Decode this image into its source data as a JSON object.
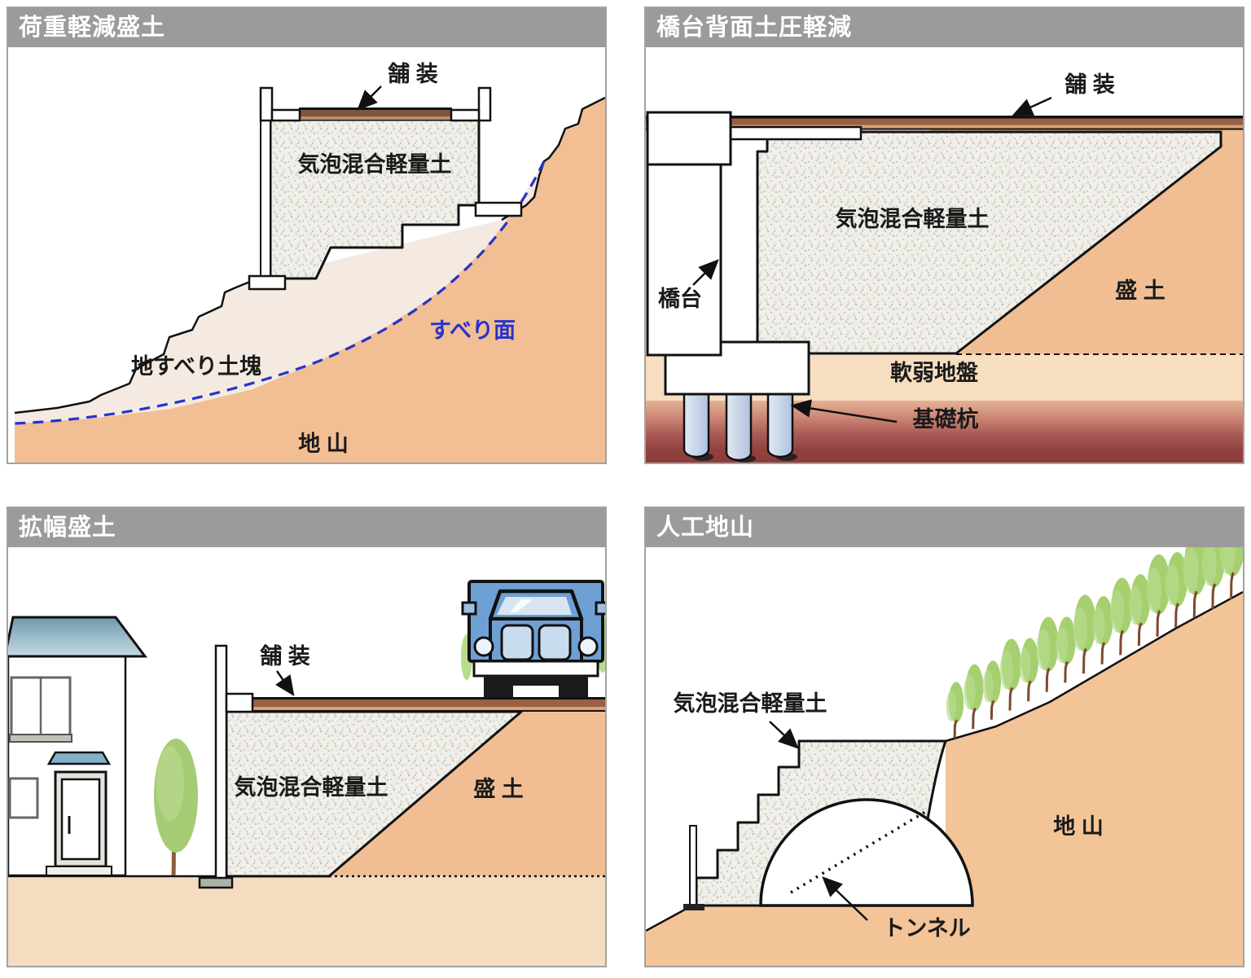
{
  "page": {
    "background": "#FFFFFF"
  },
  "colors": {
    "title_bar": "#9B9B9B",
    "title_text": "#FFFFFF",
    "panel_border": "#A2A2A2",
    "natural_ground_orange": "#F2BE93",
    "landslide_mass_pink": "#F4EAE1",
    "lightweight_soil_speckle": "#F0EFE9",
    "embankment_orange": "#F1BE93",
    "soft_ground_band": "#F7DEC1",
    "deep_ground_maroon": "#8E3C3A",
    "pavement_brown": "#8F5C40",
    "slip_surface_blue": "#2633CC",
    "pile_blue": "#C9D6EA",
    "roof_blue": "#6E99AD",
    "truck_blue": "#6FA0D4",
    "tree_green": "#9ECB63"
  },
  "panels": [
    {
      "title": "荷重軽減盛土",
      "labels": {
        "pavement": "舗 装",
        "lightweight_soil": "気泡混合軽量土",
        "slip_surface": "すべり面",
        "landslide_mass": "地すべり土塊",
        "natural_ground": "地 山"
      }
    },
    {
      "title": "橋台背面土圧軽減",
      "labels": {
        "pavement": "舗 装",
        "lightweight_soil": "気泡混合軽量土",
        "abutment": "橋台",
        "embankment": "盛 土",
        "soft_ground": "軟弱地盤",
        "foundation_pile": "基礎杭"
      }
    },
    {
      "title": "拡幅盛土",
      "labels": {
        "pavement": "舗 装",
        "lightweight_soil": "気泡混合軽量土",
        "embankment": "盛 土"
      }
    },
    {
      "title": "人工地山",
      "labels": {
        "lightweight_soil": "気泡混合軽量土",
        "tunnel": "トンネル",
        "natural_ground": "地 山"
      }
    }
  ]
}
